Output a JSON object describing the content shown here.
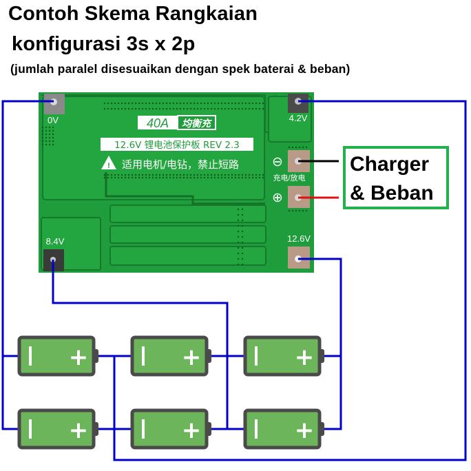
{
  "title": {
    "line1": "Contoh Skema Rangkaian",
    "line2": "konfigurasi 3s x 2p",
    "line3": "(jumlah paralel disesuaikan dengan spek baterai & beban)"
  },
  "pcb": {
    "model_badge": "40A",
    "model_badge_cn": "均衡充",
    "board_label": "12.6V 锂电池保护板 REV 2.3",
    "warning_text": "适用电机/电钻，禁止短路",
    "pads": {
      "p0": "0V",
      "p1": "4.2V",
      "p2": "8.4V",
      "p3": "12.6V"
    },
    "charge_discharge_label": "充电/放电",
    "minus_symbol": "⊖",
    "plus_symbol": "⊕"
  },
  "charger": {
    "line1": "Charger",
    "line2": "& Beban"
  },
  "batteries": {
    "minus_symbol": "I",
    "plus_symbol": "+",
    "rows": 2,
    "cols": 3
  },
  "colors": {
    "wire": "#0000c8",
    "pcb_green": "#1e9e3a",
    "battery_fill": "#6db55a",
    "battery_border": "#4a4a4a",
    "charger_border": "#22b14c",
    "negative_wire": "#000000",
    "positive_wire": "#e01010"
  }
}
